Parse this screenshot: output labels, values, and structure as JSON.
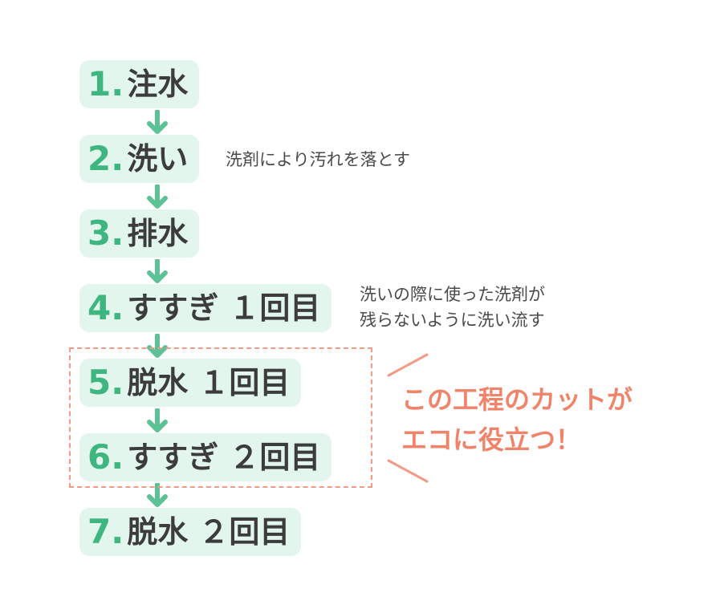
{
  "steps": [
    {
      "num": "1.",
      "label": "注水"
    },
    {
      "num": "2.",
      "label": "洗い"
    },
    {
      "num": "3.",
      "label": "排水"
    },
    {
      "num": "4.",
      "label": "すすぎ １回目"
    },
    {
      "num": "5.",
      "label": "脱水 １回目"
    },
    {
      "num": "6.",
      "label": "すすぎ ２回目"
    },
    {
      "num": "7.",
      "label": "脱水 ２回目"
    }
  ],
  "notes": {
    "wash": "洗剤により汚れを落とす",
    "rinse_line1": "洗いの際に使った洗剤が",
    "rinse_line2": "残らないように洗い流す"
  },
  "callout": {
    "line1": "この工程のカットが",
    "line2": "エコに役立つ！"
  },
  "colors": {
    "step_bg": "#e3f6ee",
    "step_number": "#3fb57f",
    "arrow": "#5cc296",
    "highlight": "#f0846b"
  }
}
